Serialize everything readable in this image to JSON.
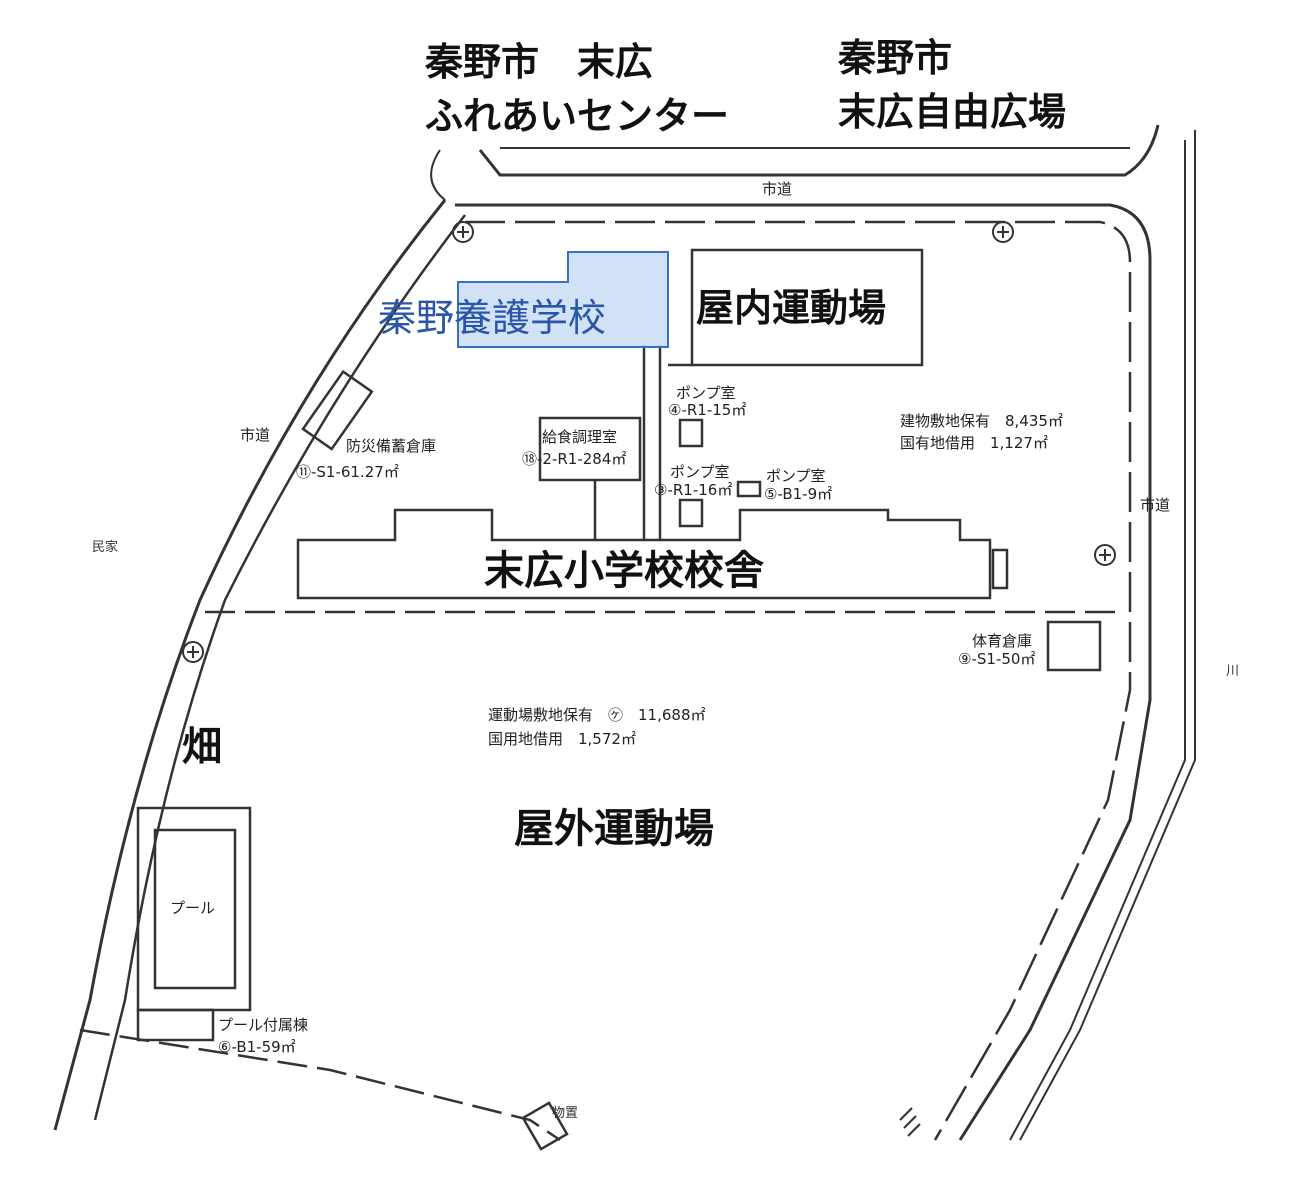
{
  "neighbors": {
    "community_center_line1": "秦野市　末広",
    "community_center_line2": "ふれあいセンター",
    "plaza_line1": "秦野市",
    "plaza_line2": "末広自由広場"
  },
  "roads": {
    "top": "市道",
    "left": "市道",
    "right": "市道"
  },
  "surroundings": {
    "houses": "民家",
    "field": "畑",
    "river": "川"
  },
  "buildings": {
    "yogo_school": "秦野養護学校",
    "indoor_gym": "屋内運動場",
    "school_building": "末広小学校校舎",
    "outdoor_ground": "屋外運動場",
    "pool": "プール",
    "storage_shed": "物置"
  },
  "facilities": {
    "pump1_name": "ポンプ室",
    "pump1_code": "④-R1-15㎡",
    "pump2_name": "ポンプ室",
    "pump2_code": "③-R1-16㎡",
    "pump3_name": "ポンプ室",
    "pump3_code": "⑤-B1-9㎡",
    "disaster_name": "防災備蓄倉庫",
    "disaster_code": "⑪-S1-61.27㎡",
    "kitchen_name": "給食調理室",
    "kitchen_code": "⑱-2-R1-284㎡",
    "pe_storage_name": "体育倉庫",
    "pe_storage_code": "⑨-S1-50㎡",
    "pool_annex_name": "プール付属棟",
    "pool_annex_code": "⑥-B1-59㎡"
  },
  "land": {
    "building_site_owned": "建物敷地保有　8,435㎡",
    "building_site_leased": "国有地借用　1,127㎡",
    "ground_site_owned": "運動場敷地保有　㋘　11,688㎡",
    "ground_site_leased": "国用地借用　1,572㎡"
  },
  "icons": {
    "manhole": "manhole-icon"
  },
  "colors": {
    "line": "#333333",
    "highlight_fill": "#c9dcf5",
    "highlight_stroke": "#3b6fc4",
    "highlight_text": "#2a56a8"
  }
}
